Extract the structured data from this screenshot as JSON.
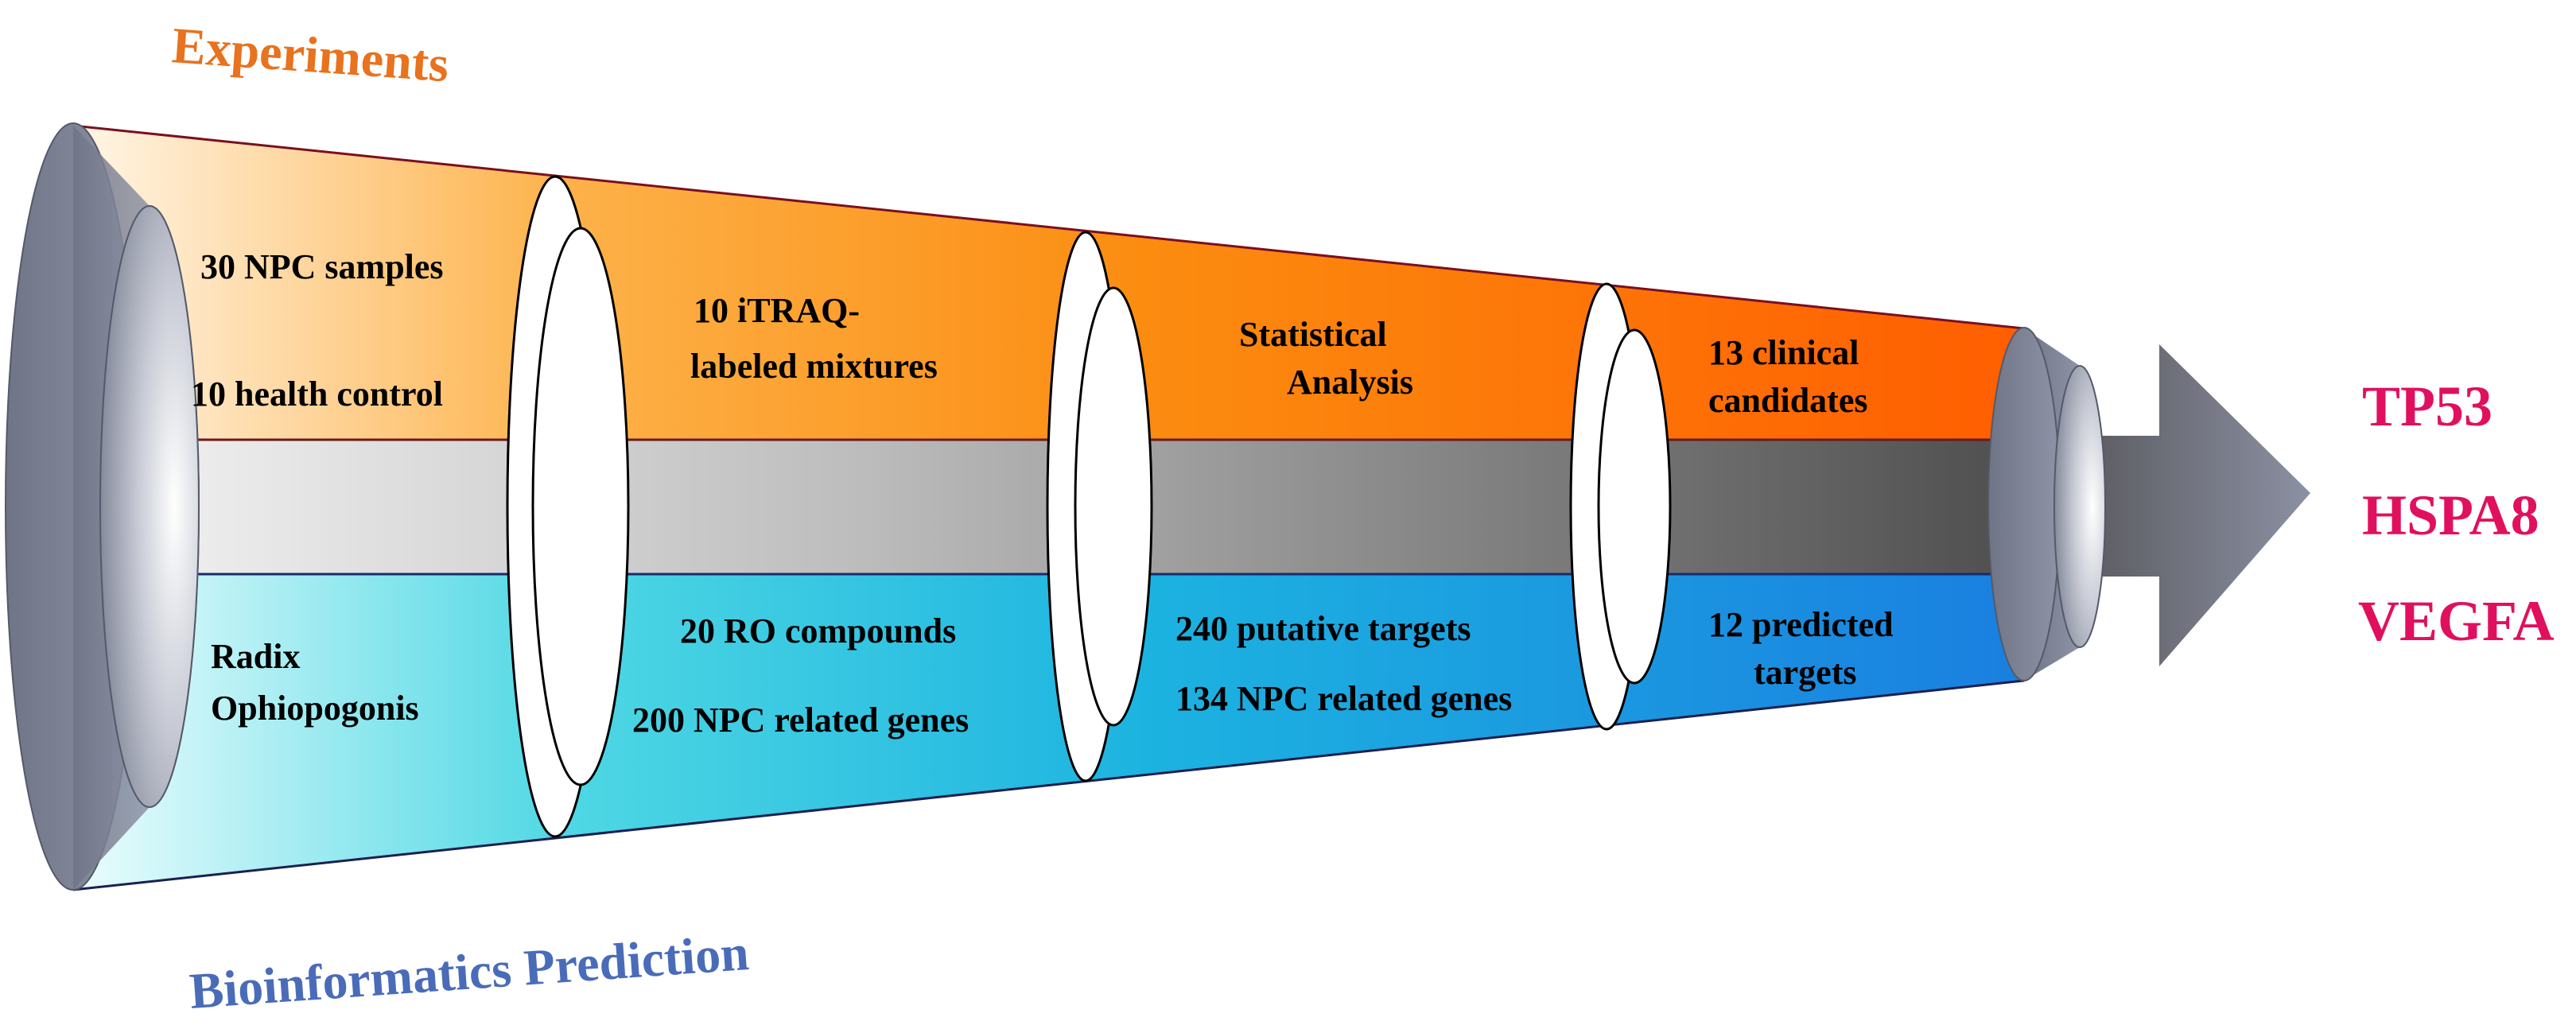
{
  "titles": {
    "experiments": "Experiments",
    "bioinformatics": "Bioinformatics Prediction"
  },
  "stages": [
    {
      "top": [
        "30 NPC samples",
        "10 health control"
      ],
      "bottom": [
        "Radix",
        "Ophiopogonis"
      ]
    },
    {
      "top": [
        "10 iTRAQ-",
        "labeled mixtures"
      ],
      "bottom": [
        "20 RO compounds",
        "200 NPC related genes"
      ]
    },
    {
      "top": [
        "Statistical",
        "Analysis"
      ],
      "bottom": [
        "240 putative targets",
        "134 NPC related genes"
      ]
    },
    {
      "top": [
        "13 clinical",
        "candidates"
      ],
      "bottom": [
        "12 predicted",
        "targets"
      ]
    }
  ],
  "results": [
    "TP53",
    "HSPA8",
    "VEGFA"
  ],
  "colors": {
    "experiments_title": "#e8721e",
    "bioinformatics_title": "#4a6cb8",
    "results": "#e0105e",
    "top_band_start": "#fde7c4",
    "top_band_end": "#ff6a00",
    "bottom_band_start": "#e6fbfb",
    "bottom_band_end": "#1f86e0",
    "middle_band_start": "#f2f2f2",
    "middle_band_end": "#555555",
    "ring_dark": "#7c8294"
  }
}
